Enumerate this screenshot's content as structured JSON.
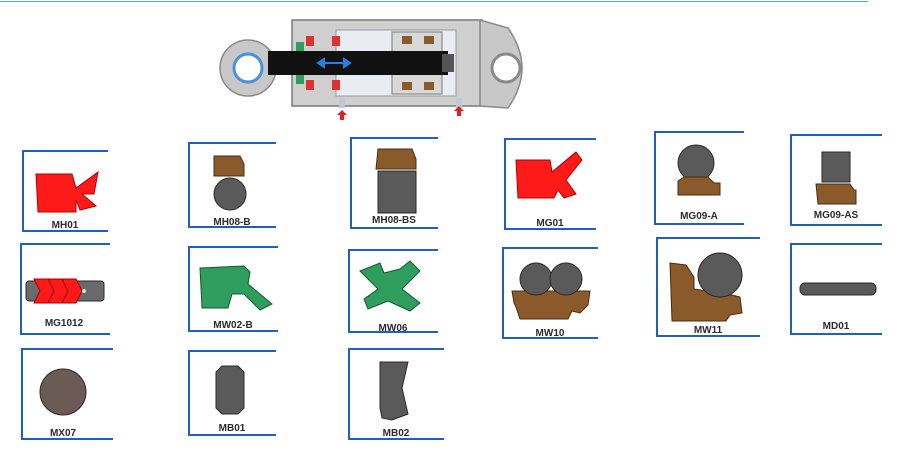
{
  "colors": {
    "frame": "#1f5fbf",
    "red": "#ff1a1a",
    "grey": "#5a5a5a",
    "brown": "#8b5a2b",
    "green": "#2e9d5e",
    "ball": "#6b5a55"
  },
  "seals": [
    {
      "code": "MH01"
    },
    {
      "code": "MH08-B"
    },
    {
      "code": "MH08-BS"
    },
    {
      "code": "MG01"
    },
    {
      "code": "MG09-A"
    },
    {
      "code": "MG09-AS"
    },
    {
      "code": "MG1012"
    },
    {
      "code": "MW02-B"
    },
    {
      "code": "MW06"
    },
    {
      "code": "MW10"
    },
    {
      "code": "MW11"
    },
    {
      "code": "MD01"
    },
    {
      "code": "MX07"
    },
    {
      "code": "MB01"
    },
    {
      "code": "MB02"
    }
  ]
}
